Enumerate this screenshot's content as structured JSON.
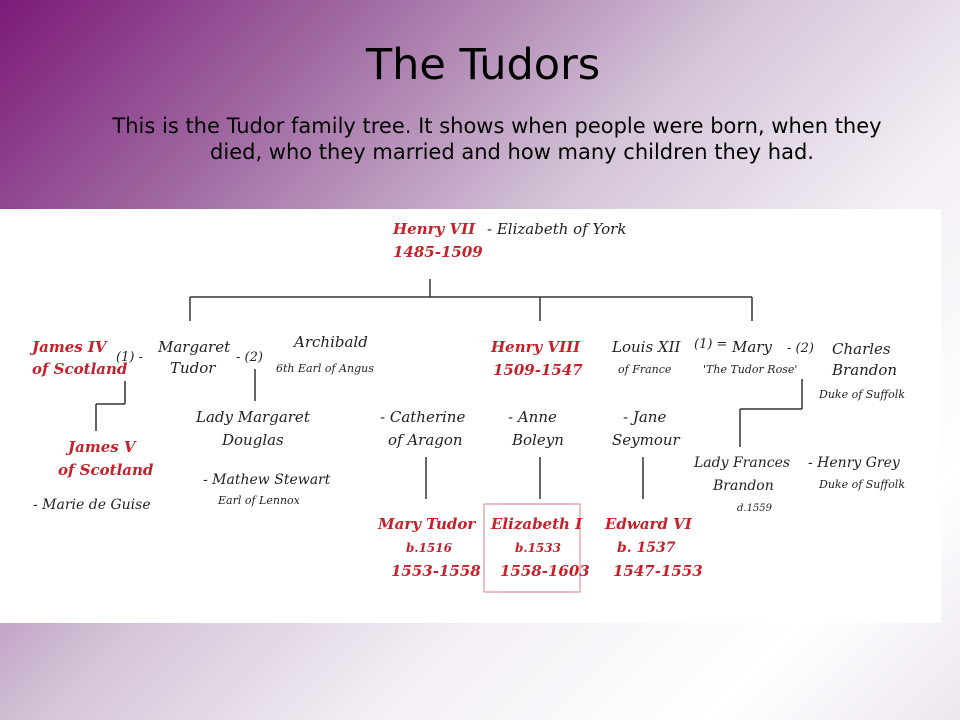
{
  "slide": {
    "title": "The Tudors",
    "subtitle": "This is the Tudor family tree.  It shows when people were born, when they died, who they married and how many children they had."
  },
  "tree": {
    "henry7_name": "Henry VII",
    "henry7_dates": "1485-1509",
    "henry7_spouse": "- Elizabeth of York",
    "james4_name": "James IV",
    "james4_place": "of Scotland",
    "marriage_1_left": "(1) -",
    "margaret_name": "Margaret",
    "margaret_house": "Tudor",
    "marriage_2_left": "- (2)",
    "archibald_name": "Archibald",
    "archibald_title": "6th Earl of Angus",
    "henry8_name": "Henry VIII",
    "henry8_dates": "1509-1547",
    "louis_name": "Louis XII",
    "louis_place": "of France",
    "marriage_1_right": "(1) =",
    "mary_name": "Mary",
    "mary_epithet": "'The Tudor Rose'",
    "marriage_2_right": "- (2)",
    "charles_name": "Charles",
    "charles_surname": "Brandon",
    "charles_title": "Duke of Suffolk",
    "james5_name": "James V",
    "james5_place": "of Scotland",
    "marie_name": "- Marie de Guise",
    "lady_margaret_name": "Lady Margaret",
    "lady_margaret_surname": "Douglas",
    "mathew_name": "- Mathew Stewart",
    "mathew_title": "Earl of Lennox",
    "catherine_name": "- Catherine",
    "catherine_place": "of Aragon",
    "anne_name": "- Anne",
    "anne_surname": "Boleyn",
    "jane_name": "- Jane",
    "jane_surname": "Seymour",
    "frances_name": "Lady Frances",
    "frances_surname": "Brandon",
    "frances_died": "d.1559",
    "henry_grey_name": "- Henry Grey",
    "henry_grey_title": "Duke of Suffolk",
    "mary_tudor_name": "Mary Tudor",
    "mary_tudor_born": "b.1516",
    "mary_tudor_reign": "1553-1558",
    "elizabeth_name": "Elizabeth I",
    "elizabeth_born": "b.1533",
    "elizabeth_reign": "1558-1603",
    "edward_name": "Edward VI",
    "edward_born": "b. 1537",
    "edward_reign": "1547-1553"
  },
  "colors": {
    "monarch": "#c8202a",
    "other": "#222222",
    "line": "#333333"
  }
}
